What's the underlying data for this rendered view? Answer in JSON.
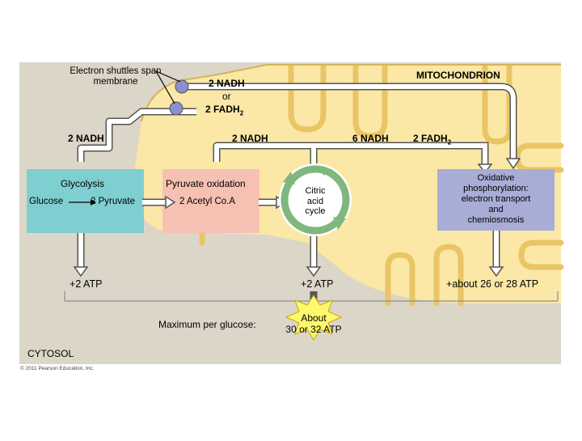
{
  "labels": {
    "electron_shuttles": "Electron shuttles span membrane",
    "mitochondrion": "MITOCHONDRION",
    "shuttle_nadh": "2 NADH",
    "shuttle_or": "or",
    "shuttle_fadh2": "2 FADH",
    "nadh_glycolysis": "2 NADH",
    "nadh_pyruvate": "2 NADH",
    "nadh_citric": "6 NADH",
    "fadh2_citric": "2 FADH",
    "subscript_2": "2",
    "glycolysis": "Glycolysis",
    "glucose": "Glucose",
    "two_pyruvate": "2 Pyruvate",
    "pyruvate_oxidation": "Pyruvate oxidation",
    "acetyl_coa": "2 Acetyl Co.A",
    "citric_line1": "Citric",
    "citric_line2": "acid",
    "citric_line3": "cycle",
    "oxphos_line1": "Oxidative",
    "oxphos_line2": "phosphorylation:",
    "oxphos_line3": "electron transport",
    "oxphos_line4": "and",
    "oxphos_line5": "chemiosmosis",
    "atp_glycolysis": "2 ATP",
    "atp_citric": "2 ATP",
    "atp_oxphos": "about 26 or 28 ATP",
    "plus": "+",
    "max_per_glucose": "Maximum per glucose:",
    "about": "About",
    "total_atp": "30 or 32 ATP",
    "cytosol": "CYTOSOL",
    "copyright": "© 2011 Pearson Education, Inc."
  },
  "colors": {
    "cytosol_bg": "#dcd6c8",
    "matrix": "#fbe7a6",
    "cristae_line": "#e9c565",
    "glycolysis_box": "#7ecfcf",
    "pyruvate_box": "#f6c1b3",
    "oxphos_box": "#a8add6",
    "shuttle_circle": "#8a8fd0",
    "atp_star": "#fff86e",
    "arrow": "#ffffff",
    "arrow_outline": "#555555"
  }
}
